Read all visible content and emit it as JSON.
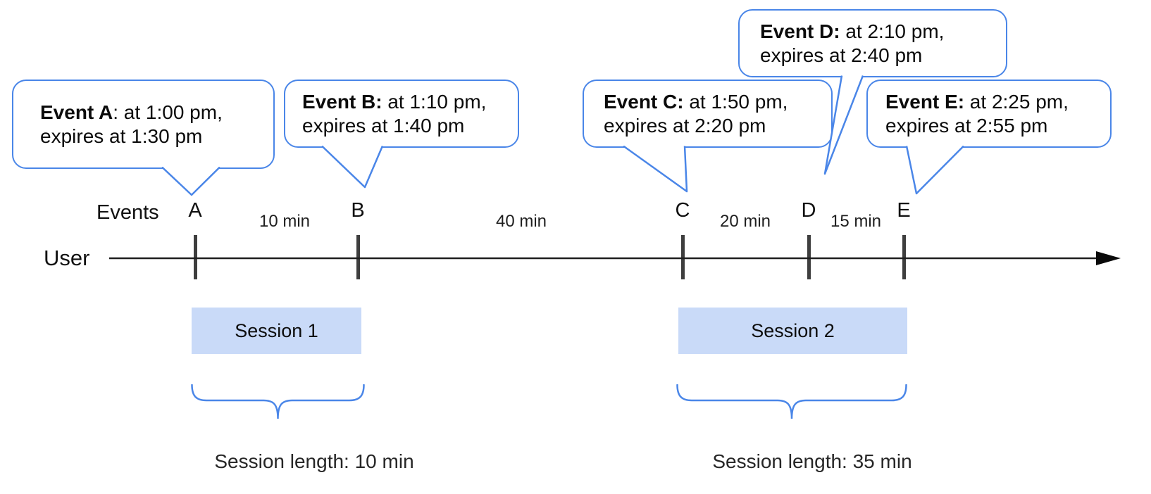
{
  "colors": {
    "accent_blue": "#4a86e8",
    "session_fill": "#c9daf8",
    "tick_gray": "#3e3e3e",
    "axis_black": "#1f1f1f"
  },
  "bubbles": [
    {
      "id": "A",
      "bold": "Event A",
      "rest": ": at 1:00 pm,",
      "line2": "expires at 1:30 pm"
    },
    {
      "id": "B",
      "bold": "Event B:",
      "rest": " at 1:10 pm,",
      "line2": "expires at 1:40 pm"
    },
    {
      "id": "C",
      "bold": "Event C:",
      "rest": " at 1:50 pm,",
      "line2": "expires at 2:20 pm"
    },
    {
      "id": "D",
      "bold": "Event D:",
      "rest": " at 2:10 pm,",
      "line2": "expires at 2:40 pm"
    },
    {
      "id": "E",
      "bold": "Event E:",
      "rest": " at 2:25 pm,",
      "line2": "expires at 2:55 pm"
    }
  ],
  "timeline": {
    "events_label": "Events",
    "user_label": "User",
    "ticks": [
      "A",
      "B",
      "C",
      "D",
      "E"
    ],
    "intervals": [
      "10 min",
      "40 min",
      "20 min",
      "15 min"
    ]
  },
  "sessions": [
    {
      "label": "Session 1",
      "length_label": "Session length: 10 min"
    },
    {
      "label": "Session 2",
      "length_label": "Session length: 35 min"
    }
  ]
}
